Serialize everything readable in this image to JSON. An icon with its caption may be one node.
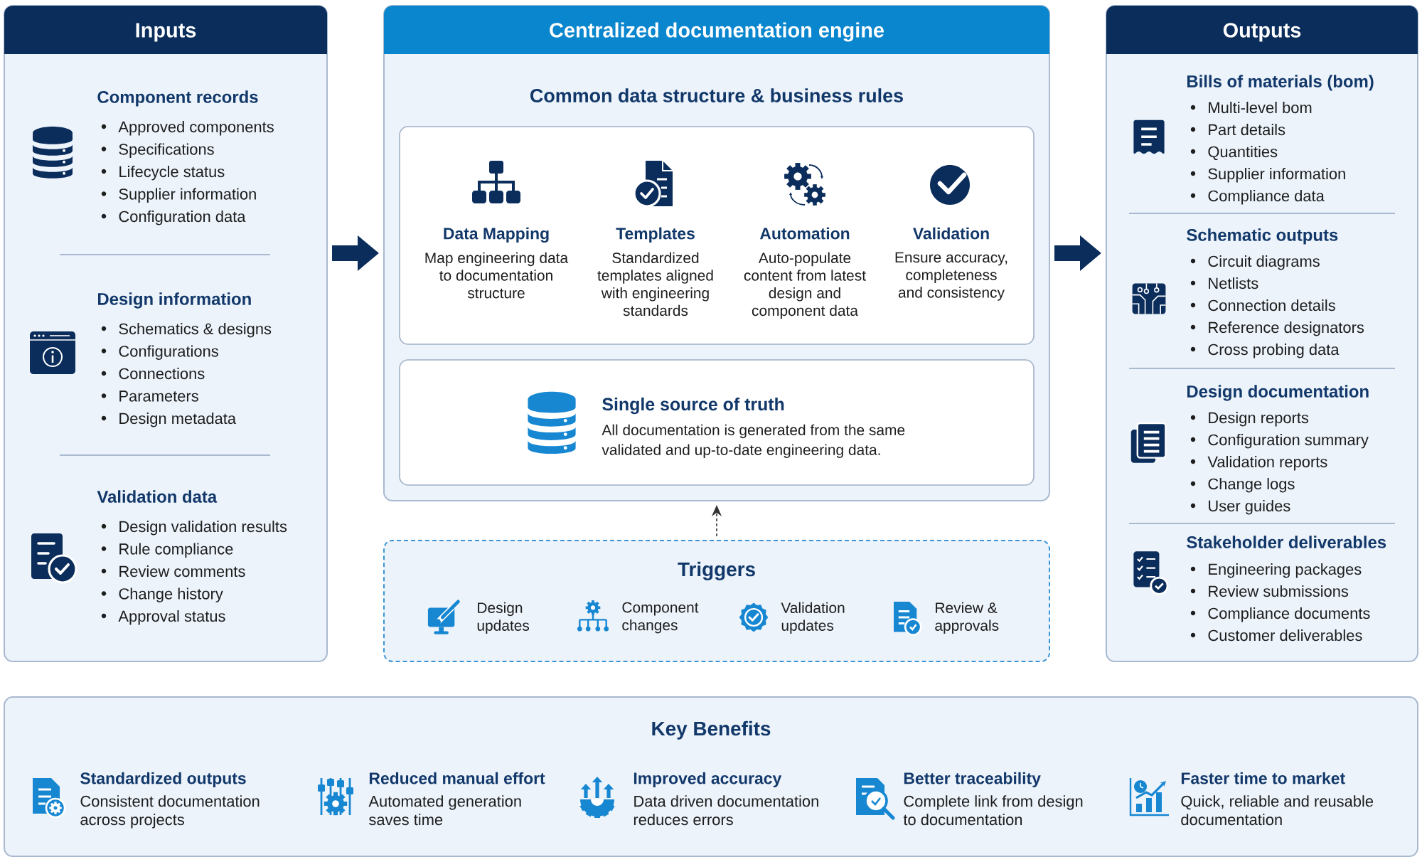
{
  "diagram": {
    "nodes": [
      {
        "text": [
          "Inputs",
          "Component records",
          "Approved components",
          "Specifications",
          "Lifecycle status",
          "Supplier information",
          "Configuration data",
          "Design information",
          "Schematics & designs",
          "Configurations",
          "Connections",
          "Parameters",
          "Design metadata",
          "Validation data",
          "Design validation results",
          "Rule compliance",
          "Review comments",
          "Change history",
          "Approval status"
        ]
      },
      {
        "text": [
          "Centralized documentation engine"
        ]
      },
      {
        "text": [
          "Common data structure & business rules",
          "Data Mapping",
          "Map engineering data to documentation structure",
          "Templates",
          "Standardized templates aligned with engineering standards",
          "Automation",
          "Auto-populate content from latest design and component data",
          "Validation",
          "Ensure accuracy, completeness and consistency"
        ],
        "in": 1
      },
      {
        "text": [
          "Single source of truth",
          "All documentation is generated from the same validated and up-to-date engineering data."
        ],
        "in": 1
      },
      {
        "text": [
          "Outputs",
          "Bills of materials (bom)",
          "Multi-level bom",
          "Part details",
          "Quantities",
          "Supplier information",
          "Compliance data",
          "Schematic outputs",
          "Circuit diagrams",
          "Netlists",
          "Connection details",
          "Reference designators",
          "Cross probing data",
          "Design documentation",
          "Design reports",
          "Configuration summary",
          "Validation reports",
          "Change logs",
          "User guides",
          "Stakeholder deliverables",
          "Engineering packages",
          "Review submissions",
          "Compliance documents",
          "Customer deliverables"
        ]
      },
      {
        "text": [
          "Triggers",
          "Design updates",
          "Component changes",
          "Validation updates",
          "Review & approvals"
        ]
      },
      {
        "text": [
          "Key Benefits",
          "Standardized outputs",
          "Consistent documentation across projects",
          "Reduced manual effort",
          "Automated generation saves time",
          "Improved accuracy",
          "Data driven documentation reduces errors",
          "Better traceability",
          "Complete link from design to documentation",
          "Faster time to market",
          "Quick, reliable and reusable documentation"
        ]
      }
    ],
    "edges": [
      {
        "from": 0,
        "to": 1,
        "arrow": "to"
      },
      {
        "from": 1,
        "to": 4,
        "arrow": "to"
      },
      {
        "from": 5,
        "to": 1,
        "arrow": "to",
        "style": "dashed",
        "color": "#333333"
      }
    ]
  }
}
